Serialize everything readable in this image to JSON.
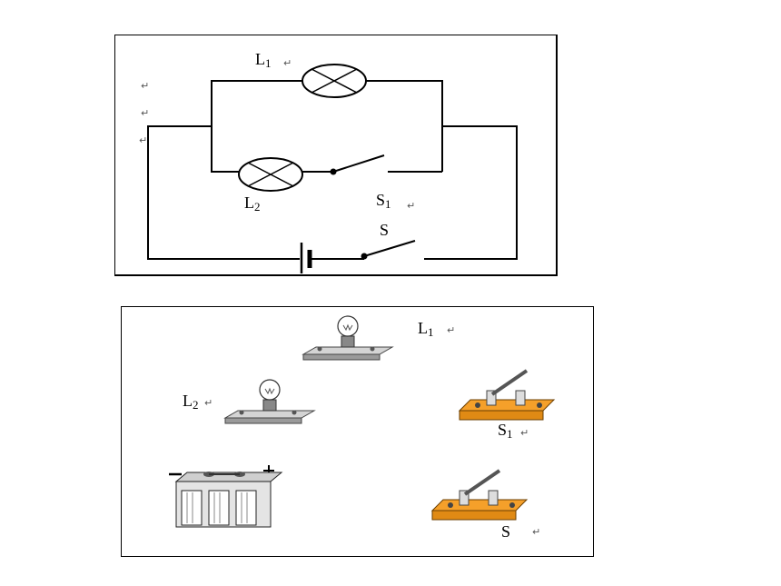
{
  "schematic": {
    "label_l1": "L",
    "label_l1_sub": "1",
    "label_l2": "L",
    "label_l2_sub": "2",
    "label_s1": "S",
    "label_s1_sub": "1",
    "label_s": "S",
    "return_mark": "↵"
  },
  "physical": {
    "label_l1": "L",
    "label_l1_sub": "1",
    "label_l2": "L",
    "label_l2_sub": "2",
    "label_s1": "S",
    "label_s1_sub": "1",
    "label_s": "S",
    "return_mark": "↵"
  },
  "colors": {
    "wire": "#000000",
    "switch_base": "#f5a02a",
    "bulb_base": "#b9b9b9",
    "battery": "#e4e4e4"
  }
}
